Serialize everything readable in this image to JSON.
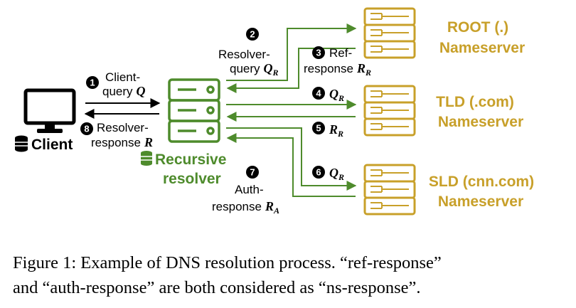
{
  "client": {
    "label": "Client"
  },
  "resolver": {
    "line1": "Recursive",
    "line2": "resolver"
  },
  "servers": {
    "root": {
      "line1": "ROOT (.)",
      "line2": "Nameserver"
    },
    "tld": {
      "line1": "TLD (.com)",
      "line2": "Nameserver"
    },
    "sld": {
      "line1": "SLD (cnn.com)",
      "line2": "Nameserver"
    }
  },
  "steps": {
    "s1": {
      "num": "1",
      "line1": "Client-",
      "line2": "query",
      "var": "Q",
      "sub": ""
    },
    "s2": {
      "num": "2",
      "line1": "Resolver-",
      "line2": "query",
      "var": "Q",
      "sub": "R"
    },
    "s3": {
      "num": "3",
      "line1": "Ref-",
      "line2": "response",
      "var": "R",
      "sub": "R"
    },
    "s4": {
      "num": "4",
      "var": "Q",
      "sub": "R"
    },
    "s5": {
      "num": "5",
      "var": "R",
      "sub": "R"
    },
    "s6": {
      "num": "6",
      "var": "Q",
      "sub": "R"
    },
    "s7": {
      "num": "7",
      "line1": "Auth-",
      "line2": "response",
      "var": "R",
      "sub": "A"
    },
    "s8": {
      "num": "8",
      "line1": "Resolver-",
      "line2": "response",
      "var": "R",
      "sub": ""
    }
  },
  "caption": {
    "line1": "Figure 1: Example of DNS resolution process. “ref-response”",
    "line2": "and “auth-response” are both considered as “ns-response”."
  },
  "colors": {
    "gold": "#c8a02a",
    "green": "#4e8b2c",
    "black": "#000000"
  },
  "icons": [
    "monitor-icon",
    "database-icon",
    "server-icon"
  ]
}
